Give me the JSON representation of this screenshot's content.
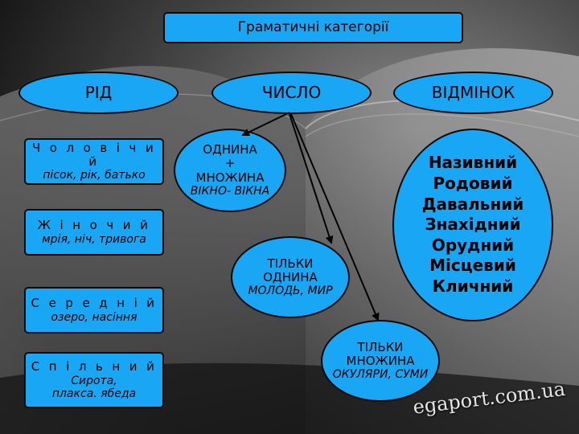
{
  "title": "Граматичні категорії",
  "headers": {
    "gender": "РІД",
    "number": "ЧИСЛО",
    "case": "ВІДМІНОК"
  },
  "gender": [
    {
      "name": "Ч о л о в і ч и й",
      "examples": "пісок, рік, батько"
    },
    {
      "name": "Ж і н о ч и й",
      "examples": "мрія, ніч, тривога"
    },
    {
      "name": "С е р е д н і й",
      "examples": "озеро, насіння"
    },
    {
      "name": "С п і л ь н и й",
      "examples_line1": "Сирота,",
      "examples_line2": "плакса. ябеда"
    }
  ],
  "number": {
    "singular_plural": {
      "line1": "ОДНИНА",
      "line2": "+",
      "line3": "МНОЖИНА",
      "examples": "ВІКНО- ВІКНА"
    },
    "singular_only": {
      "line1": "ТІЛЬКИ",
      "line2": "ОДНИНА",
      "examples": "МОЛОДЬ, МИР"
    },
    "plural_only": {
      "line1": "ТІЛЬКИ",
      "line2": "МНОЖИНА",
      "examples": "ОКУЛЯРИ, СУМИ"
    }
  },
  "cases": [
    "Називний",
    "Родовий",
    "Давальний",
    "Знахідний",
    "Орудний",
    "Місцевий",
    "Кличний"
  ],
  "watermark": "egaport.com.ua",
  "colors": {
    "box_fill": "#19a6f4",
    "box_border": "#0b0b0b",
    "text": "#000000",
    "background": "#2a2a2a"
  }
}
